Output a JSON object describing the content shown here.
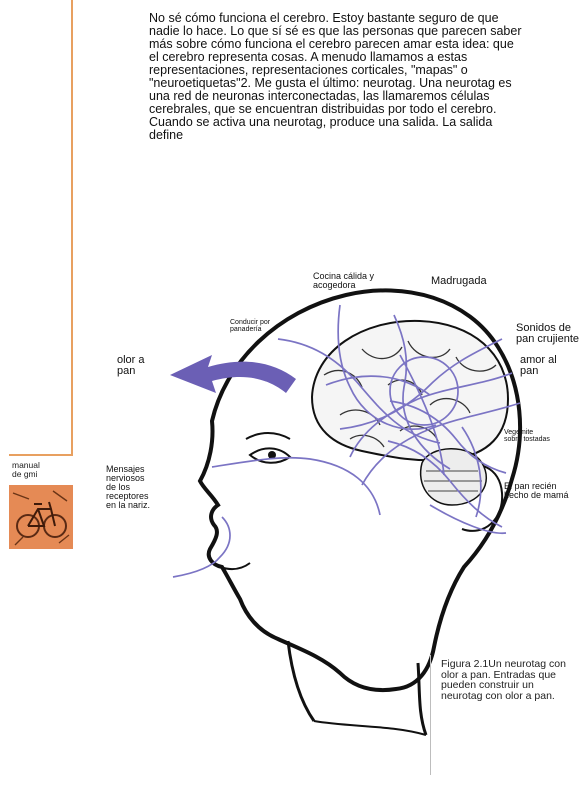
{
  "sidebar": {
    "label_line1": "manual",
    "label_line2": "de gmi"
  },
  "body": {
    "paragraph": "No sé cómo funciona el cerebro. Estoy bastante seguro de que\nnadie lo hace. Lo que sí sé es que las personas que parecen saber\nmás sobre cómo funciona el cerebro parecen amar esta idea: que\nel cerebro representa cosas. A menudo llamamos a estas\nrepresentaciones, representaciones corticales, \"mapas\" o\n\"neuroetiquetas\"2. Me gusta el último: neurotag. Una neurotag es\nuna red de neuronas interconectadas, las llamaremos células\ncerebrales, que se encuentran distribuidas por todo el cerebro.\nCuando se activa una neurotag, produce una salida. La salida\ndefine"
  },
  "figure": {
    "labels": {
      "cocina_1": "Cocina cálida y",
      "cocina_2": "acogedora",
      "madrugada": "Madrugada",
      "conducir_1": "Conducir por",
      "conducir_2": "panadería",
      "sonidos_1": "Sonidos de",
      "sonidos_2": "pan crujiente",
      "olor_1": "olor a",
      "olor_2": "pan",
      "amor_1": "amor al",
      "amor_2": "pan",
      "vegemite_1": "Vegemite",
      "vegemite_2": "sobre tostadas",
      "mama_1": "El pan recién",
      "mama_2": "hecho de mamá",
      "mensajes_1": "Mensajes",
      "mensajes_2": "nerviosos",
      "mensajes_3": "de los",
      "mensajes_4": "receptores",
      "mensajes_5": "en la nariz."
    },
    "colors": {
      "neurotag_lines": "#7b74c4",
      "arrow": "#6b5fb5",
      "outline": "#111111"
    }
  },
  "caption": {
    "line1": "Figura 2.1Un neurotag con",
    "line2": "olor a pan. Entradas que",
    "line3": "pueden construir un",
    "line4": "neurotag con olor a pan."
  },
  "colors": {
    "sidebar_rule": "#e8a060",
    "thumbnail": "#e58a55"
  }
}
